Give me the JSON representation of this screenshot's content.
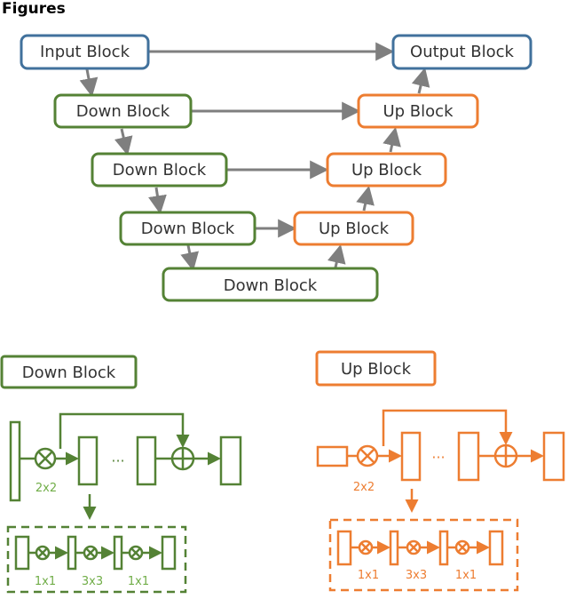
{
  "title": "Figures",
  "blocks": {
    "input": "Input Block",
    "output": "Output Block",
    "down": "Down Block",
    "up": "Up Block"
  },
  "down_detail": {
    "title": "Down Block",
    "scale": "2x2",
    "ellipsis": "···",
    "convs": [
      "1x1",
      "3x3",
      "1x1"
    ]
  },
  "up_detail": {
    "title": "Up Block",
    "scale": "2x2",
    "ellipsis": "···",
    "convs": [
      "1x1",
      "3x3",
      "1x1"
    ]
  },
  "colors": {
    "blue": "#41719c",
    "green": "#548235",
    "green_light": "#70ad47",
    "orange": "#ed7d31",
    "gray": "#7f7f7f"
  }
}
